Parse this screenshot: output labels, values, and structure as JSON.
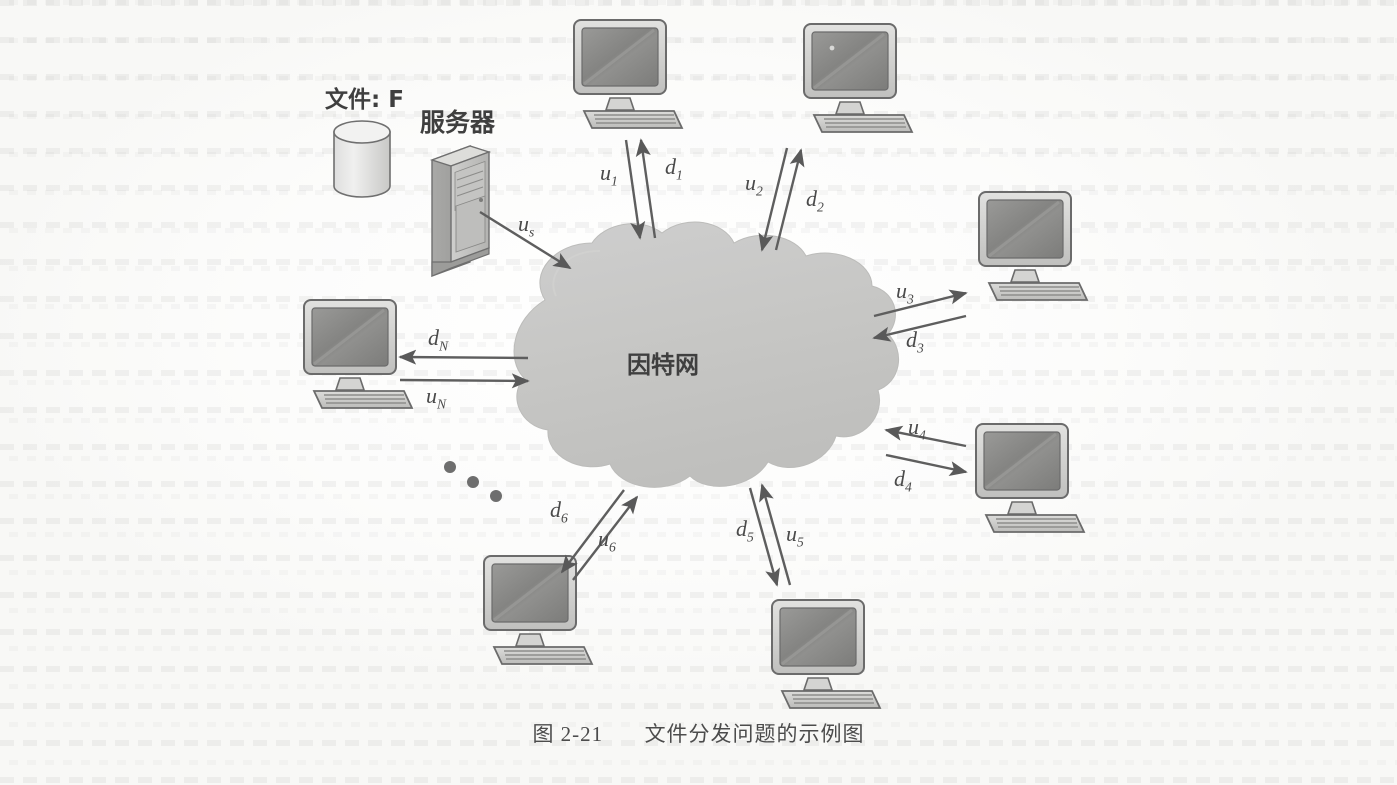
{
  "figure": {
    "caption_number": "图 2-21",
    "caption_text": "文件分发问题的示例图",
    "cloud_label": "因特网",
    "file_label": "文件: F",
    "server_label": "服务器",
    "ellipsis_glyph": "•••",
    "colors": {
      "page_background": "#fdfdfc",
      "cloud_fill": "#c9c9c7",
      "ink": "#4a4a4a",
      "screen_fill": "#8a8a88",
      "case_fill": "#d2d2d0"
    },
    "nodes": [
      {
        "id": "server",
        "name": "server",
        "label": "服务器"
      },
      {
        "id": "file",
        "name": "file-cylinder",
        "label": "文件: F"
      },
      {
        "id": "cloud",
        "name": "internet-cloud",
        "label": "因特网"
      },
      {
        "id": "pc1",
        "name": "peer-1"
      },
      {
        "id": "pc2",
        "name": "peer-2"
      },
      {
        "id": "pc3",
        "name": "peer-3"
      },
      {
        "id": "pc4",
        "name": "peer-4"
      },
      {
        "id": "pc5",
        "name": "peer-5"
      },
      {
        "id": "pc6",
        "name": "peer-6"
      },
      {
        "id": "pcN",
        "name": "peer-N"
      }
    ],
    "links": [
      {
        "id": "us",
        "label": "u",
        "sub": "s",
        "from": "server",
        "to": "cloud",
        "direction": "upload"
      },
      {
        "id": "u1",
        "label": "u",
        "sub": "1",
        "from": "pc1",
        "to": "cloud",
        "direction": "upload"
      },
      {
        "id": "d1",
        "label": "d",
        "sub": "1",
        "from": "cloud",
        "to": "pc1",
        "direction": "download"
      },
      {
        "id": "u2",
        "label": "u",
        "sub": "2",
        "from": "pc2",
        "to": "cloud",
        "direction": "upload"
      },
      {
        "id": "d2",
        "label": "d",
        "sub": "2",
        "from": "cloud",
        "to": "pc2",
        "direction": "download"
      },
      {
        "id": "u3",
        "label": "u",
        "sub": "3",
        "from": "pc3",
        "to": "cloud",
        "direction": "upload"
      },
      {
        "id": "d3",
        "label": "d",
        "sub": "3",
        "from": "cloud",
        "to": "pc3",
        "direction": "download"
      },
      {
        "id": "u4",
        "label": "u",
        "sub": "4",
        "from": "pc4",
        "to": "cloud",
        "direction": "upload"
      },
      {
        "id": "d4",
        "label": "d",
        "sub": "4",
        "from": "cloud",
        "to": "pc4",
        "direction": "download"
      },
      {
        "id": "u5",
        "label": "u",
        "sub": "5",
        "from": "pc5",
        "to": "cloud",
        "direction": "upload"
      },
      {
        "id": "d5",
        "label": "d",
        "sub": "5",
        "from": "cloud",
        "to": "pc5",
        "direction": "download"
      },
      {
        "id": "u6",
        "label": "u",
        "sub": "6",
        "from": "pc6",
        "to": "cloud",
        "direction": "upload"
      },
      {
        "id": "d6",
        "label": "d",
        "sub": "6",
        "from": "cloud",
        "to": "pc6",
        "direction": "download"
      },
      {
        "id": "uN",
        "label": "u",
        "sub": "N",
        "from": "pcN",
        "to": "cloud",
        "direction": "upload"
      },
      {
        "id": "dN",
        "label": "d",
        "sub": "N",
        "from": "cloud",
        "to": "pcN",
        "direction": "download"
      }
    ]
  }
}
